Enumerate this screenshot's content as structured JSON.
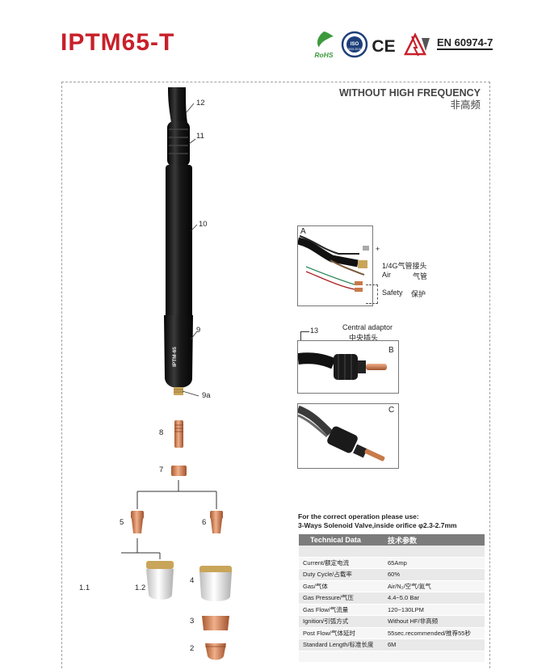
{
  "header": {
    "title": "IPTM65-T",
    "standard": "EN 60974-7",
    "certifications": [
      {
        "name": "rohs-mark",
        "text": "RoHS"
      },
      {
        "name": "iso-mark",
        "text": "ISO",
        "subtext": "9001:2015"
      },
      {
        "name": "ce-mark",
        "text": "CE"
      },
      {
        "name": "warning-mark",
        "text": ""
      }
    ]
  },
  "section": {
    "title_en": "WITHOUT HIGH FREQUENCY",
    "title_cn": "非高频"
  },
  "parts": [
    {
      "id": "12"
    },
    {
      "id": "11"
    },
    {
      "id": "10"
    },
    {
      "id": "9"
    },
    {
      "id": "9a"
    },
    {
      "id": "8"
    },
    {
      "id": "7"
    },
    {
      "id": "5"
    },
    {
      "id": "6"
    },
    {
      "id": "1.1"
    },
    {
      "id": "1.2"
    },
    {
      "id": "4"
    },
    {
      "id": "3"
    },
    {
      "id": "2"
    }
  ],
  "handle_text": "IPTM-65",
  "panel_a": {
    "letter": "A",
    "plus": "+",
    "gas_connector": "1/4G气管接头",
    "air_en": "Air",
    "air_cn": "气管",
    "safety_en": "Safety",
    "safety_cn": "保护"
  },
  "panel_b": {
    "letter": "B",
    "part_id": "13",
    "adaptor_en": "Central adaptor",
    "adaptor_cn": "中央插头"
  },
  "panel_c": {
    "letter": "C"
  },
  "note": {
    "line1": "For the correct operation please use:",
    "line2": "3-Ways Solenoid Valve,inside orifice φ2.3-2.7mm"
  },
  "tech_table": {
    "header_en": "Technical Data",
    "header_cn": "技术参数",
    "rows": [
      {
        "label": "",
        "value": ""
      },
      {
        "label": "Current/额定电流",
        "value": "65Amp"
      },
      {
        "label": "Duty Cycle/占载率",
        "value": "60%"
      },
      {
        "label": "Gas/气体",
        "value": "Air/N₂/空气/氮气"
      },
      {
        "label": "Gas Pressure/气压",
        "value": "4.4~5.0 Bar"
      },
      {
        "label": "Gas Flow/气流量",
        "value": "120~130LPM"
      },
      {
        "label": "Ignition/引弧方式",
        "value": "Without HF/非高频"
      },
      {
        "label": "Post Flow/气体延时",
        "value": "55sec.recommended/推荐55秒"
      },
      {
        "label": "Standard Length/标准长度",
        "value": "6M"
      },
      {
        "label": "",
        "value": ""
      }
    ]
  },
  "colors": {
    "brand_red": "#c8202a",
    "copper": "#c87a4a",
    "torch_black": "#151515",
    "table_header": "#7c7c7c"
  }
}
